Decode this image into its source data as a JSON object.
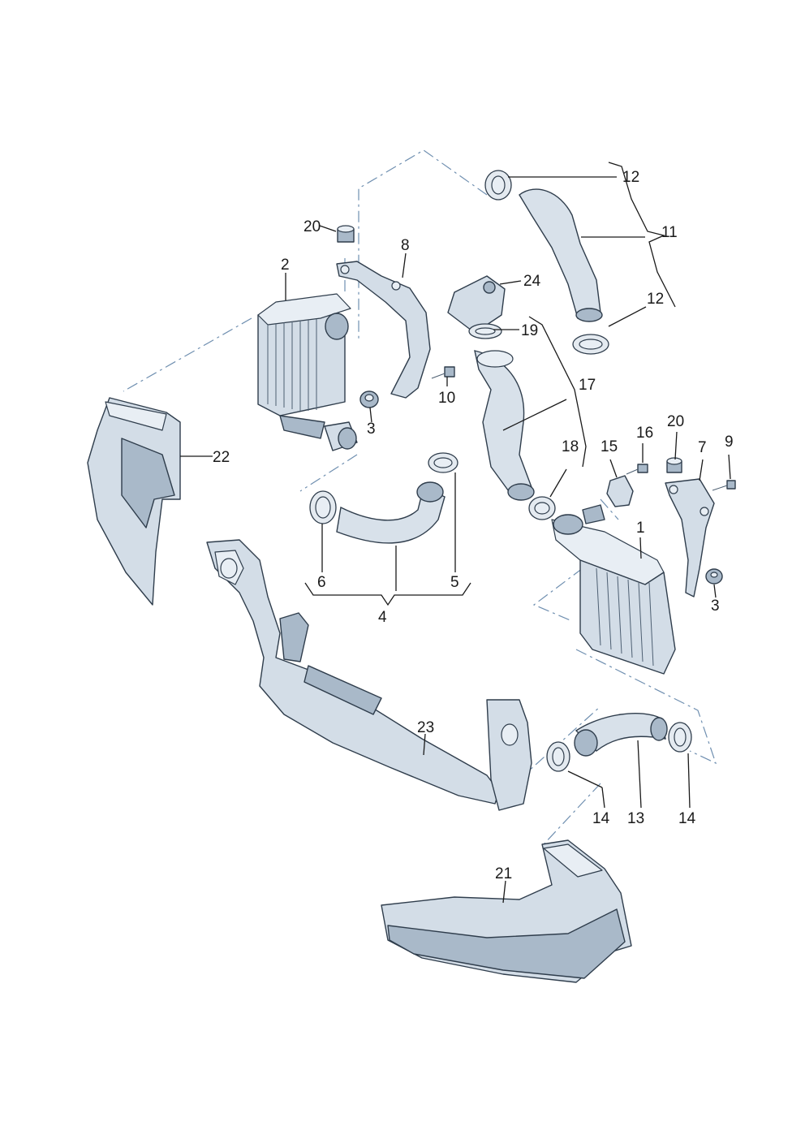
{
  "diagram": {
    "callouts": {
      "c1": "1",
      "c2": "2",
      "c3a": "3",
      "c3b": "3",
      "c4": "4",
      "c5": "5",
      "c6": "6",
      "c7": "7",
      "c8": "8",
      "c9": "9",
      "c10": "10",
      "c11": "11",
      "c12a": "12",
      "c12b": "12",
      "c13": "13",
      "c14a": "14",
      "c14b": "14",
      "c15": "15",
      "c16": "16",
      "c17": "17",
      "c18": "18",
      "c19": "19",
      "c20a": "20",
      "c20b": "20",
      "c21": "21",
      "c22": "22",
      "c23": "23",
      "c24": "24"
    },
    "colors": {
      "part_fill": "#d3dde7",
      "part_outline": "#2f3d4c",
      "dash_line": "#6f8fb0",
      "text": "#1a1a1a"
    }
  }
}
